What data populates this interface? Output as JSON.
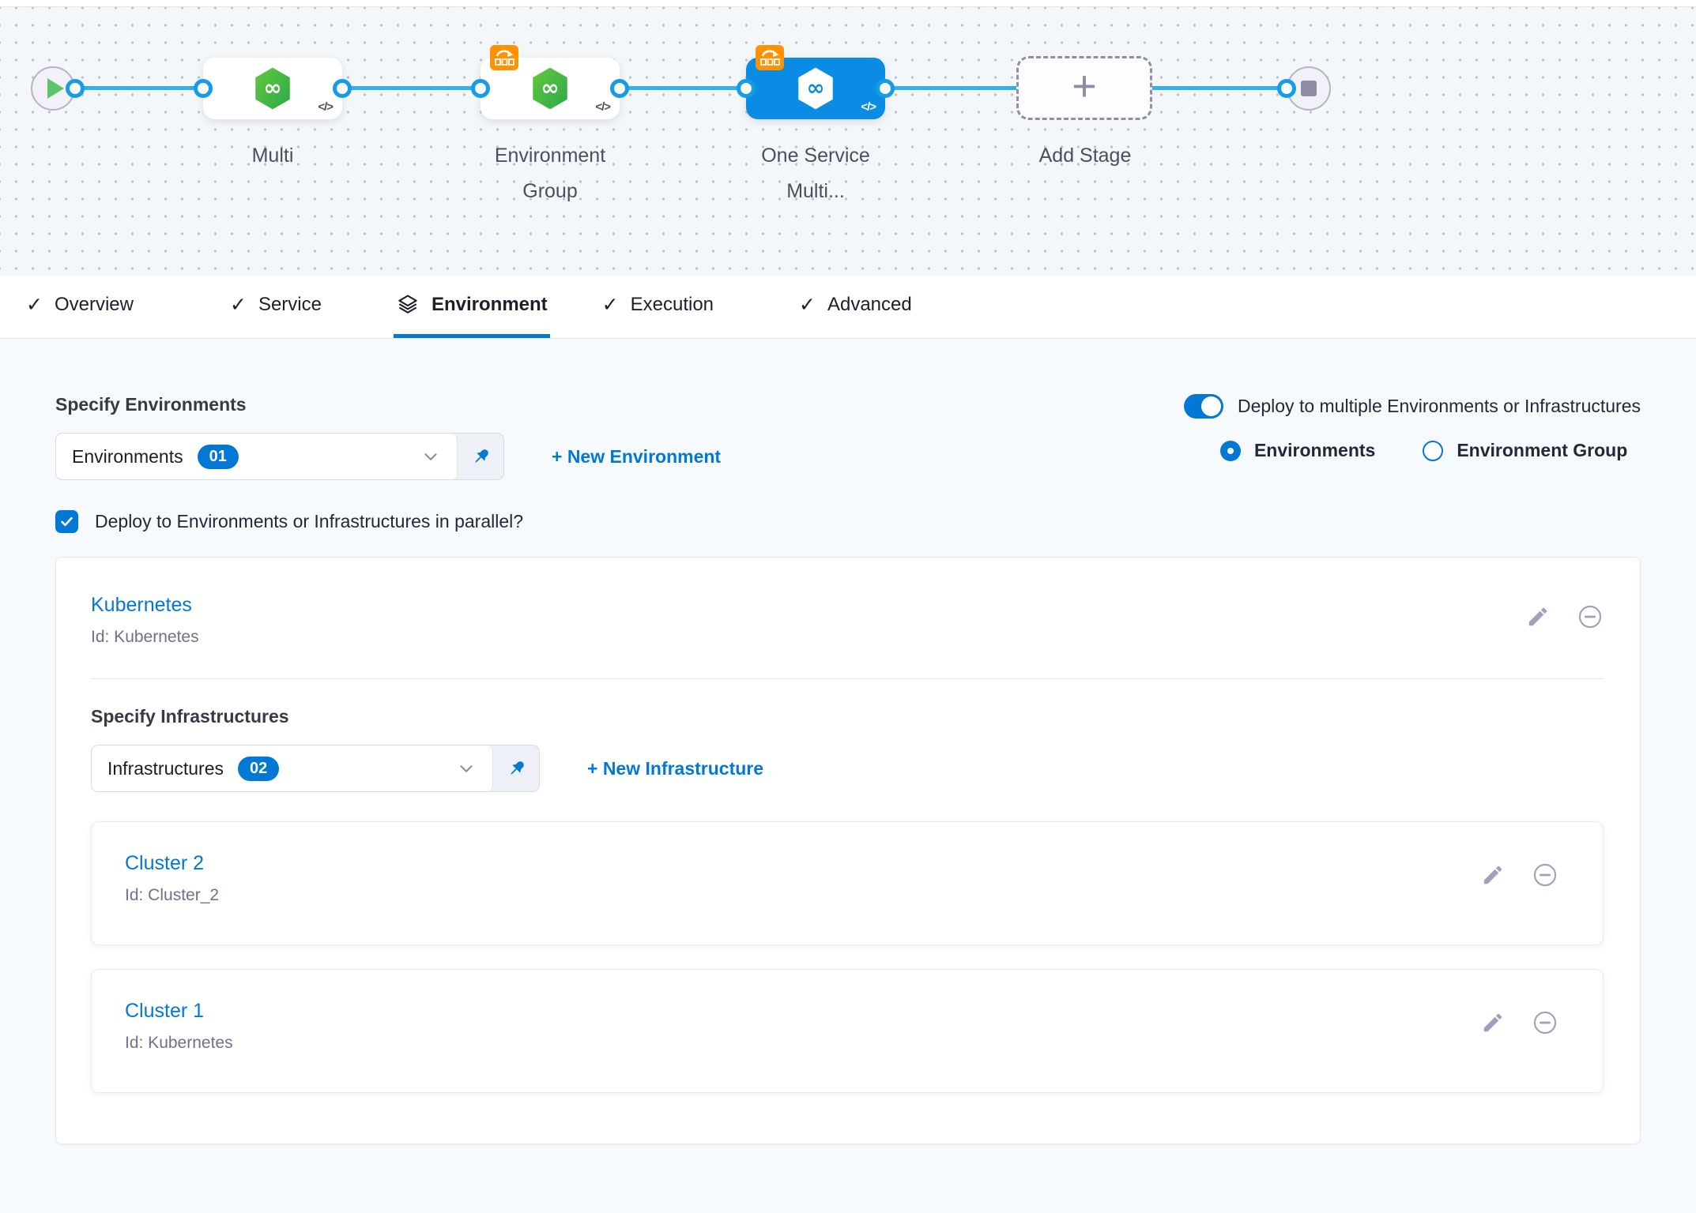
{
  "icons": {
    "infinity": "∞",
    "code": "</>",
    "check": "✓",
    "plus": "+"
  },
  "colors": {
    "accent_blue": "#0278d5",
    "selected_stage_blue": "#0b8ce4",
    "connector_blue": "#2fb0f3",
    "stage_green": "#3fb44a",
    "badge_orange": "#ff9102"
  },
  "pipeline": {
    "stages": [
      {
        "name": "Multi"
      },
      {
        "name": "Environment Group"
      },
      {
        "name": "One Service Multi..."
      }
    ],
    "add_stage_label": "Add Stage"
  },
  "tabs": {
    "items": [
      {
        "label": "Overview"
      },
      {
        "label": "Service"
      },
      {
        "label": "Environment"
      },
      {
        "label": "Execution"
      },
      {
        "label": "Advanced"
      }
    ],
    "active": "Environment"
  },
  "environments": {
    "heading": "Specify Environments",
    "dropdown_value": "Environments",
    "dropdown_count": "01",
    "new_environment_link": "+ New Environment",
    "toggle_label": "Deploy to multiple Environments or Infrastructures",
    "radio_environments": "Environments",
    "radio_environment_group": "Environment Group",
    "parallel_label": "Deploy to Environments or Infrastructures in parallel?"
  },
  "environment_card": {
    "title": "Kubernetes",
    "id": "Id: Kubernetes",
    "infrastructures_heading": "Specify Infrastructures",
    "dropdown_value": "Infrastructures",
    "dropdown_count": "02",
    "new_infrastructure_link": "+ New Infrastructure",
    "infrastructures": [
      {
        "title": "Cluster 2",
        "id": "Id: Cluster_2"
      },
      {
        "title": "Cluster 1",
        "id": "Id: Kubernetes"
      }
    ]
  }
}
